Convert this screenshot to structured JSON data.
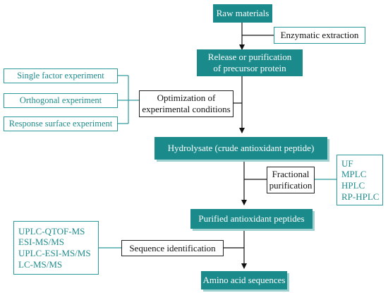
{
  "main_flow": {
    "raw_materials": "Raw materials",
    "release_line1": "Release or purification",
    "release_line2": "of precursor protein",
    "hydrolysate": "Hydrolysate (crude antioxidant peptide)",
    "purified": "Purified antioxidant peptides",
    "amino_acid": "Amino acid sequences"
  },
  "steps": {
    "enzymatic": "Enzymatic extraction",
    "optimization_line1": "Optimization of",
    "optimization_line2": "experimental conditions",
    "fractional_line1": "Fractional",
    "fractional_line2": "purification",
    "sequence": "Sequence identification"
  },
  "optimization_methods": [
    "Single factor experiment",
    "Orthogonal experiment",
    "Response surface experiment"
  ],
  "purification_methods": [
    "UF",
    "MPLC",
    "HPLC",
    "RP-HPLC"
  ],
  "identification_methods": [
    "UPLC-QTOF-MS",
    "ESI-MS/MS",
    "UPLC-ESI-MS/MS",
    "LC-MS/MS"
  ],
  "colors": {
    "teal": "#1b8a8b",
    "teal_light": "#9fd0d0",
    "teal_text": "#1f8c8d"
  }
}
